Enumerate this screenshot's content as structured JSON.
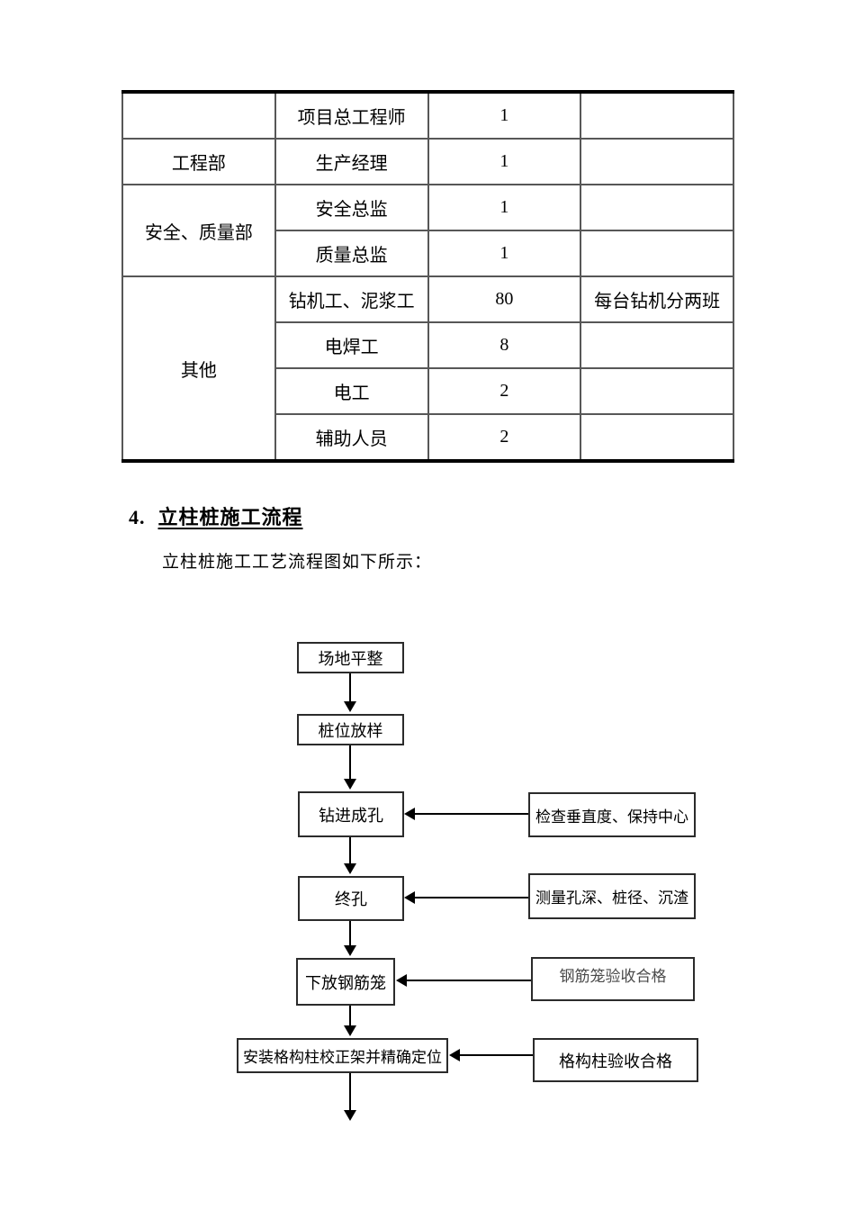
{
  "document": {
    "section_heading": {
      "number": "4.",
      "title": "立柱桩施工流程"
    },
    "intro_text": "立柱桩施工工艺流程图如下所示：",
    "staffing_table": {
      "rows": [
        {
          "dept": "",
          "role": "项目总工程师",
          "count": "1",
          "note": ""
        },
        {
          "dept": "工程部",
          "role": "生产经理",
          "count": "1",
          "note": ""
        },
        {
          "dept": "安全、质量部",
          "role": "安全总监",
          "count": "1",
          "note": ""
        },
        {
          "dept": "",
          "role": "质量总监",
          "count": "1",
          "note": ""
        },
        {
          "dept": "其他",
          "role": "钻机工、泥浆工",
          "count": "80",
          "note": "每台钻机分两班"
        },
        {
          "dept": "",
          "role": "电焊工",
          "count": "8",
          "note": ""
        },
        {
          "dept": "",
          "role": "电工",
          "count": "2",
          "note": ""
        },
        {
          "dept": "",
          "role": "辅助人员",
          "count": "2",
          "note": ""
        }
      ]
    },
    "flowchart": {
      "steps": [
        "场地平整",
        "桩位放样",
        "钻进成孔",
        "终孔",
        "下放钢筋笼",
        "安装格构柱校正架并精确定位"
      ],
      "checks": [
        "检查垂直度、保持中心",
        "测量孔深、桩径、沉渣",
        "钢筋笼验收合格",
        "格构柱验收合格"
      ]
    },
    "colors": {
      "background": "#ffffff",
      "heavy_border": "#000000",
      "grid_border": "#575757",
      "box_border": "#2b2b2b",
      "text": "#000000",
      "muted_text": "#4a4a4a"
    }
  }
}
